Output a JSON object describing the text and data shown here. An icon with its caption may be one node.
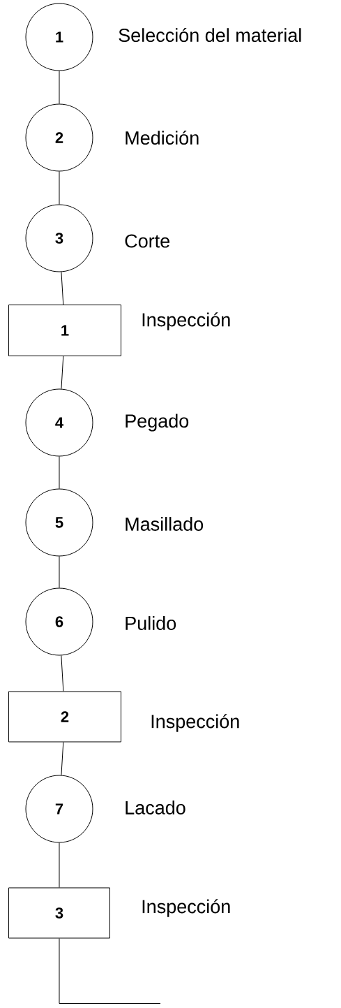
{
  "diagram": {
    "nodes": [
      {
        "text": [
          "1"
        ],
        "beside": [
          "Selección del material"
        ]
      },
      {
        "text": [
          "2"
        ],
        "beside": [
          "Medición"
        ]
      },
      {
        "text": [
          "3"
        ],
        "beside": [
          "Corte"
        ]
      },
      {
        "text": [
          "1"
        ],
        "beside": [
          "Inspección"
        ]
      },
      {
        "text": [
          "4"
        ],
        "beside": [
          "Pegado"
        ]
      },
      {
        "text": [
          "5"
        ],
        "beside": [
          "Masillado"
        ]
      },
      {
        "text": [
          "6"
        ],
        "beside": [
          "Pulido"
        ]
      },
      {
        "text": [
          "2"
        ],
        "beside": [
          "Inspección"
        ]
      },
      {
        "text": [
          "7"
        ],
        "beside": [
          "Lacado"
        ]
      },
      {
        "text": [
          "3"
        ],
        "beside": [
          "Inspección"
        ]
      }
    ],
    "edges": [
      {
        "from": 0,
        "to": 1,
        "arrow": "none"
      },
      {
        "from": 1,
        "to": 2,
        "arrow": "none"
      },
      {
        "from": 2,
        "to": 3,
        "arrow": "none"
      },
      {
        "from": 3,
        "to": 4,
        "arrow": "none"
      },
      {
        "from": 4,
        "to": 5,
        "arrow": "none"
      },
      {
        "from": 5,
        "to": 6,
        "arrow": "none"
      },
      {
        "from": 6,
        "to": 7,
        "arrow": "none"
      },
      {
        "from": 7,
        "to": 8,
        "arrow": "none"
      },
      {
        "from": 8,
        "to": 9,
        "arrow": "none"
      },
      {
        "from": 9,
        "to": null,
        "arrow": "none"
      }
    ]
  }
}
